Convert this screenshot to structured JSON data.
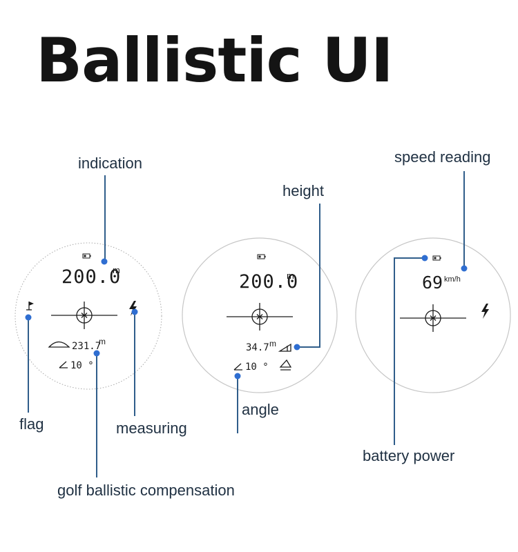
{
  "title": "Ballistic UI",
  "screens": [
    {
      "distance": "200.0",
      "distance_unit": "m",
      "ballistic_value": "231.7",
      "ballistic_unit": "m",
      "angle_value": "10 °"
    },
    {
      "distance": "200.0",
      "distance_unit": "m",
      "height_value": "34.7",
      "height_unit": "m",
      "angle_value": "10 °"
    },
    {
      "speed": "69",
      "speed_unit": "km/h"
    }
  ],
  "callouts": {
    "indication": "indication",
    "flag": "flag",
    "measuring": "measuring",
    "golf_ballistic_compensation": "golf ballistic compensation",
    "height": "height",
    "angle": "angle",
    "speed_reading": "speed reading",
    "battery_power": "battery power"
  },
  "colors": {
    "leader": "#2f5d8a",
    "dot": "#2f6ed1",
    "text": "#1f3042",
    "title": "#141414"
  }
}
